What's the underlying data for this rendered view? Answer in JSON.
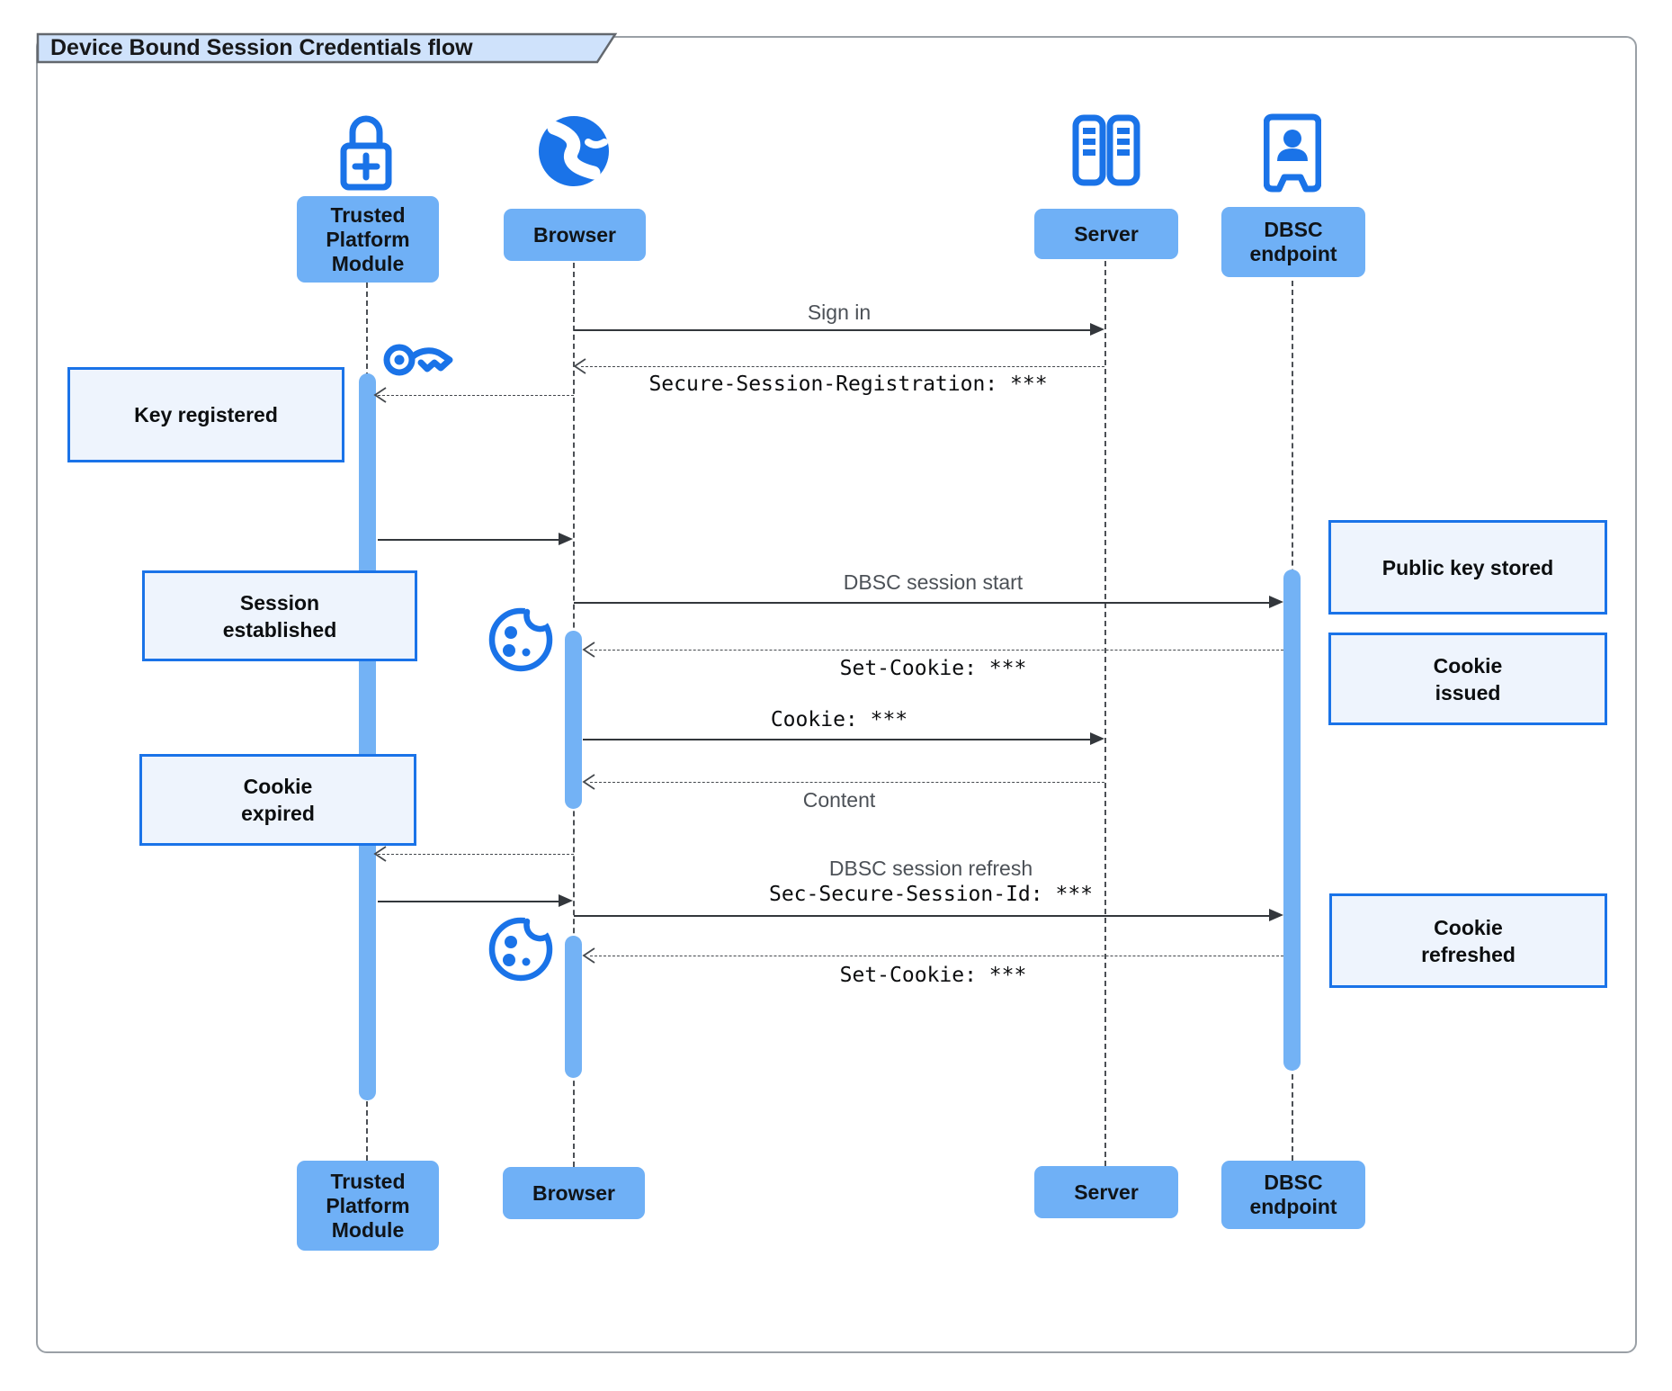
{
  "title": "Device Bound Session Credentials flow",
  "participants": [
    {
      "id": "tpm",
      "label": "Trusted Platform Module",
      "icon": "lock-plus-icon"
    },
    {
      "id": "browser",
      "label": "Browser",
      "icon": "globe-icon"
    },
    {
      "id": "server",
      "label": "Server",
      "icon": "server-racks-icon"
    },
    {
      "id": "dbsc",
      "label": "DBSC endpoint",
      "icon": "person-booth-icon"
    }
  ],
  "messages": [
    {
      "from": "Browser",
      "to": "Server",
      "label": "Sign in",
      "style": "solid"
    },
    {
      "from": "Server",
      "to": "Browser",
      "label": "Secure-Session-Registration: ***",
      "style": "dashed",
      "font": "mono"
    },
    {
      "from": "Browser",
      "to": "Trusted Platform Module",
      "label": "",
      "style": "dashed",
      "icon": "key-icon"
    },
    {
      "from": "Trusted Platform Module",
      "to": "Browser",
      "label": "",
      "style": "solid"
    },
    {
      "from": "Browser",
      "to": "DBSC endpoint",
      "label": "DBSC session start",
      "style": "solid"
    },
    {
      "from": "DBSC endpoint",
      "to": "Browser",
      "label": "Set-Cookie: ***",
      "style": "dashed",
      "font": "mono",
      "icon": "cookie-icon"
    },
    {
      "from": "Browser",
      "to": "Server",
      "label": "Cookie: ***",
      "style": "solid",
      "font": "mono"
    },
    {
      "from": "Server",
      "to": "Browser",
      "label": "Content",
      "style": "dashed"
    },
    {
      "from": "Browser",
      "to": "Trusted Platform Module",
      "label": "",
      "style": "dashed"
    },
    {
      "from": "Trusted Platform Module",
      "to": "Browser",
      "label": "",
      "style": "solid"
    },
    {
      "from": "Browser",
      "to": "DBSC endpoint",
      "label": "DBSC session refresh",
      "label2": "Sec-Secure-Session-Id: ***",
      "style": "solid"
    },
    {
      "from": "DBSC endpoint",
      "to": "Browser",
      "label": "Set-Cookie: ***",
      "style": "dashed",
      "font": "mono",
      "icon": "cookie-icon"
    }
  ],
  "notes": {
    "key_registered": "Key registered",
    "session_established": "Session established",
    "cookie_expired": "Cookie expired",
    "public_key_stored": "Public key stored",
    "cookie_issued": "Cookie issued",
    "cookie_refreshed": "Cookie refreshed"
  },
  "colors": {
    "accent": "#1a73e8",
    "participant_fill": "#6fb0f6",
    "activation_fill": "#73b2f5",
    "note_fill": "#eef4fd",
    "note_border": "#1a73e8",
    "title_tab_fill": "#cfe2fb",
    "message_text": "#4c5157",
    "mono_text": "#0b0c0e",
    "frame_border": "#9aa0a6"
  }
}
